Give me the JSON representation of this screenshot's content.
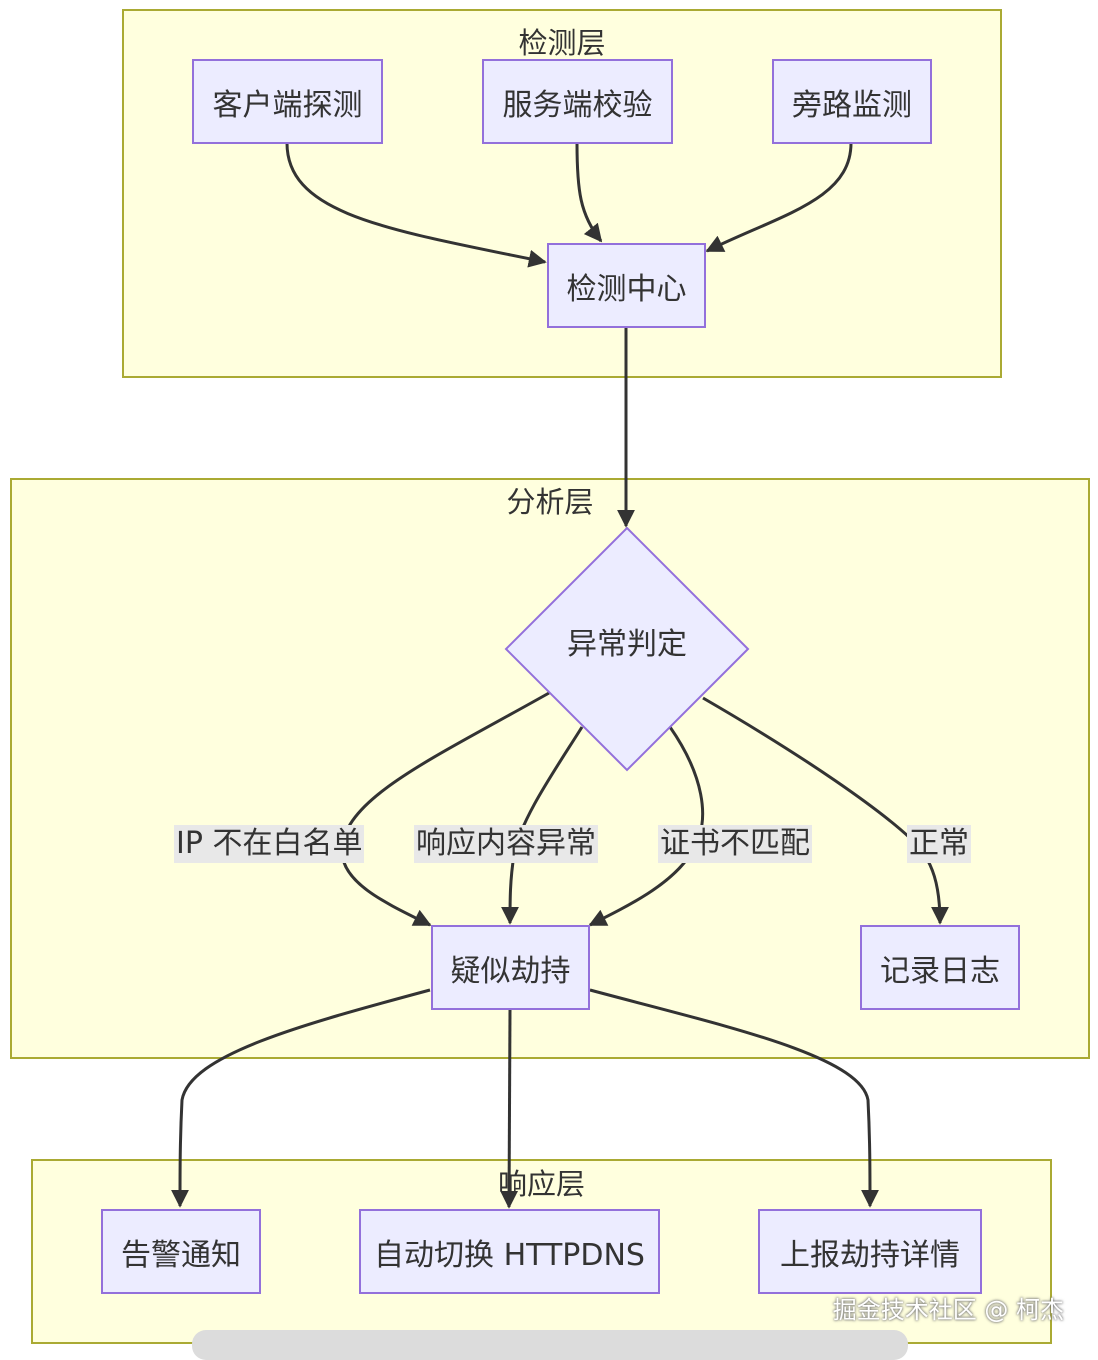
{
  "clusters": {
    "detect": {
      "title": "检测层"
    },
    "analyze": {
      "title": "分析层"
    },
    "respond": {
      "title": "响应层"
    }
  },
  "nodes": {
    "client_probe": "客户端探测",
    "server_verify": "服务端校验",
    "bypass_monitor": "旁路监测",
    "detect_center": "检测中心",
    "anomaly_judge": "异常判定",
    "suspected_hijack": "疑似劫持",
    "record_log": "记录日志",
    "alert_notify": "告警通知",
    "switch_httpdns": "自动切换 HTTPDNS",
    "report_hijack": "上报劫持详情"
  },
  "edge_labels": {
    "ip_not_whitelist": "IP 不在白名单",
    "response_abnormal": "响应内容异常",
    "cert_mismatch": "证书不匹配",
    "normal": "正常"
  },
  "watermark": "掘金技术社区 @ 柯杰",
  "colors": {
    "cluster_fill": "#ffffde",
    "cluster_border": "#aaaa33",
    "node_fill": "#ececff",
    "node_border": "#9370db",
    "edge": "#333333",
    "edge_label_bg": "#e8e8e8"
  }
}
